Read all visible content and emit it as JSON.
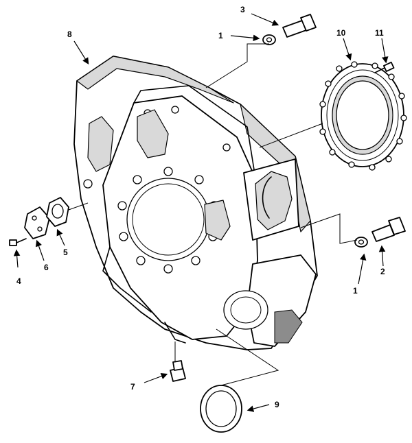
{
  "callouts": [
    {
      "id": "c3",
      "label": "3"
    },
    {
      "id": "c1a",
      "label": "1"
    },
    {
      "id": "c8",
      "label": "8"
    },
    {
      "id": "c10",
      "label": "10"
    },
    {
      "id": "c11",
      "label": "11"
    },
    {
      "id": "c5",
      "label": "5"
    },
    {
      "id": "c6",
      "label": "6"
    },
    {
      "id": "c4",
      "label": "4"
    },
    {
      "id": "c2",
      "label": "2"
    },
    {
      "id": "c1b",
      "label": "1"
    },
    {
      "id": "c7",
      "label": "7"
    },
    {
      "id": "c9",
      "label": "9"
    }
  ]
}
